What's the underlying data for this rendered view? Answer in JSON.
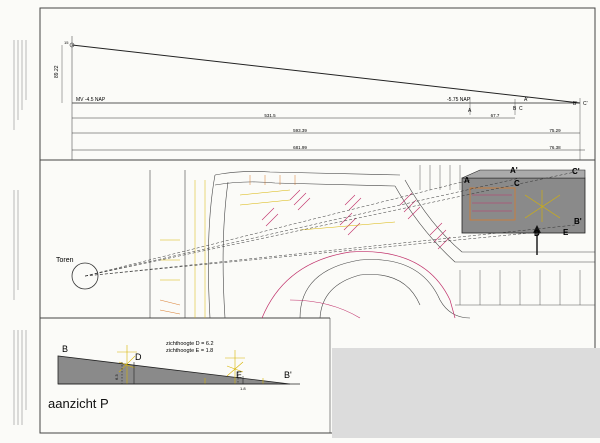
{
  "drawing": {
    "profile": {
      "left_height": "89.22",
      "left_tick": "15",
      "labels": {
        "mv": "MV -4.5 NAP",
        "nap_right": "-5.75 NAP",
        "point_a": "A",
        "point_b": "B",
        "point_c": "C",
        "point_a_prime": "A'",
        "point_b_prime": "B'",
        "point_c_prime": "C'"
      },
      "dimensions": [
        "531.5",
        "67.7",
        "593.39",
        "75.29",
        "681.99",
        "76.38"
      ]
    },
    "plan": {
      "tower_label": "Toren",
      "letters": {
        "a": "A",
        "a_prime": "A'",
        "c": "C",
        "c_prime": "C'",
        "d": "D",
        "e": "E",
        "b_prime": "B'"
      }
    },
    "elevation": {
      "title": "aanzicht P",
      "label_b": "B",
      "label_b_prime": "B'",
      "label_d": "D",
      "label_e": "E",
      "sight_d": "zichthoogte D = 6.2",
      "sight_e": "zichthoogte E = 1.8",
      "dim_d": "6.3",
      "dim_e": "1.8"
    },
    "colors": {
      "line": "#222222",
      "magenta": "#c0306a",
      "yellow": "#d8b400",
      "orange": "#d87a2a",
      "grey_fill": "#8a8a8a",
      "overlay": "#dcdcdc"
    }
  }
}
